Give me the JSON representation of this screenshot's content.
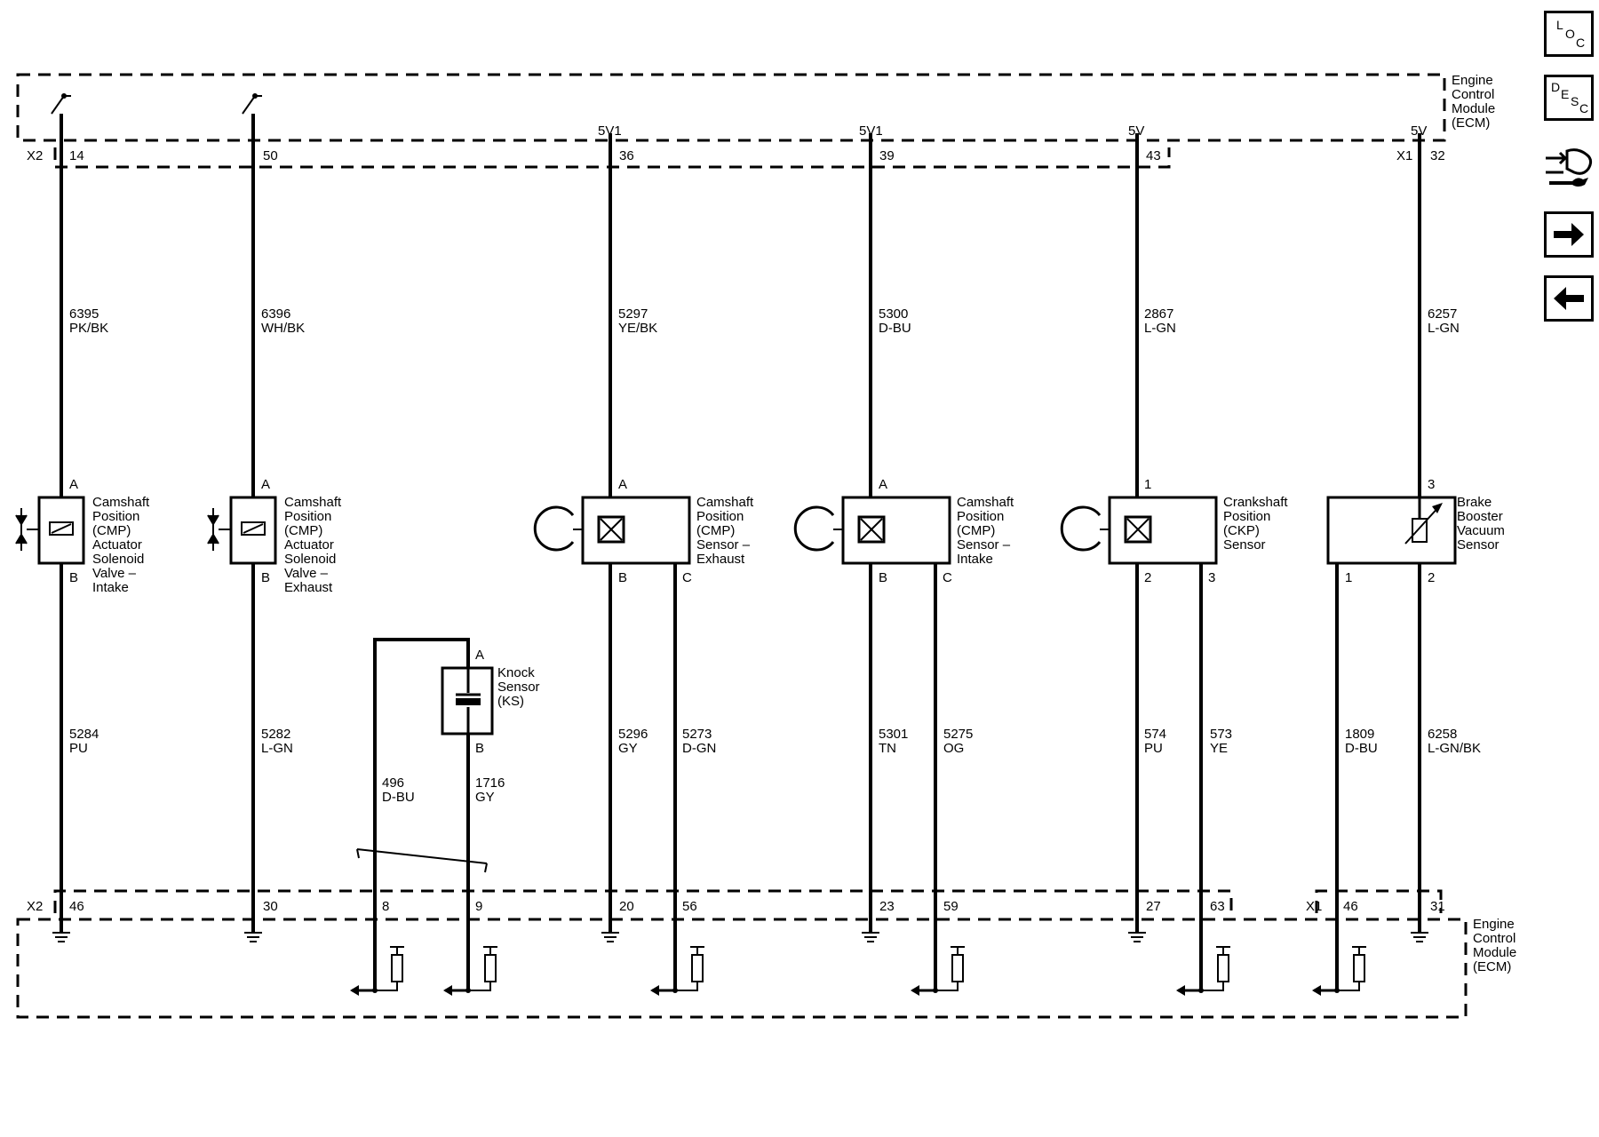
{
  "ecm_label_top": [
    "Engine",
    "Control",
    "Module",
    "(ECM)"
  ],
  "ecm_label_bottom": [
    "Engine",
    "Control",
    "Module",
    "(ECM)"
  ],
  "connectors": {
    "top_left": "X2",
    "top_right": "X1",
    "bottom_left": "X2",
    "bottom_right": "X1"
  },
  "ref_voltages": {
    "cmp_exhaust": "5V1",
    "cmp_intake": "5V1",
    "ckp": "5V",
    "brake_booster": "5V"
  },
  "top_pins": [
    "14",
    "50",
    "36",
    "39",
    "43",
    "32"
  ],
  "bottom_pins": [
    "46",
    "30",
    "8",
    "9",
    "20",
    "56",
    "23",
    "59",
    "27",
    "63",
    "46",
    "31"
  ],
  "wires_upper": [
    {
      "circuit": "6395",
      "color": "PK/BK"
    },
    {
      "circuit": "6396",
      "color": "WH/BK"
    },
    {
      "circuit": "5297",
      "color": "YE/BK"
    },
    {
      "circuit": "5300",
      "color": "D-BU"
    },
    {
      "circuit": "2867",
      "color": "L-GN"
    },
    {
      "circuit": "6257",
      "color": "L-GN"
    }
  ],
  "wires_lower": [
    {
      "circuit": "5284",
      "color": "PU"
    },
    {
      "circuit": "5282",
      "color": "L-GN"
    },
    {
      "circuit": "496",
      "color": "D-BU"
    },
    {
      "circuit": "1716",
      "color": "GY"
    },
    {
      "circuit": "5296",
      "color": "GY"
    },
    {
      "circuit": "5273",
      "color": "D-GN"
    },
    {
      "circuit": "5301",
      "color": "TN"
    },
    {
      "circuit": "5275",
      "color": "OG"
    },
    {
      "circuit": "574",
      "color": "PU"
    },
    {
      "circuit": "573",
      "color": "YE"
    },
    {
      "circuit": "1809",
      "color": "D-BU"
    },
    {
      "circuit": "6258",
      "color": "L-GN/BK"
    }
  ],
  "component_pins": {
    "cmp_act_intake": [
      "A",
      "B"
    ],
    "cmp_act_exhaust": [
      "A",
      "B"
    ],
    "cmp_sensor_exhaust": [
      "A",
      "B",
      "C"
    ],
    "cmp_sensor_intake": [
      "A",
      "B",
      "C"
    ],
    "ckp_sensor": [
      "1",
      "2",
      "3"
    ],
    "brake_booster": [
      "3",
      "1",
      "2"
    ],
    "knock_sensor": [
      "A",
      "B"
    ]
  },
  "components": {
    "cmp_act_intake": [
      "Camshaft",
      "Position",
      "(CMP)",
      "Actuator",
      "Solenoid",
      "Valve –",
      "Intake"
    ],
    "cmp_act_exhaust": [
      "Camshaft",
      "Position",
      "(CMP)",
      "Actuator",
      "Solenoid",
      "Valve –",
      "Exhaust"
    ],
    "cmp_sensor_exhaust": [
      "Camshaft",
      "Position",
      "(CMP)",
      "Sensor –",
      "Exhaust"
    ],
    "cmp_sensor_intake": [
      "Camshaft",
      "Position",
      "(CMP)",
      "Sensor –",
      "Intake"
    ],
    "ckp_sensor": [
      "Crankshaft",
      "Position",
      "(CKP)",
      "Sensor"
    ],
    "brake_booster": [
      "Brake",
      "Booster",
      "Vacuum",
      "Sensor"
    ],
    "knock_sensor": [
      "Knock",
      "Sensor",
      "(KS)"
    ]
  },
  "nav": {
    "loc_letters": [
      "L",
      "O",
      "C"
    ],
    "desc_letters": [
      "D",
      "E",
      "S",
      "C"
    ]
  }
}
